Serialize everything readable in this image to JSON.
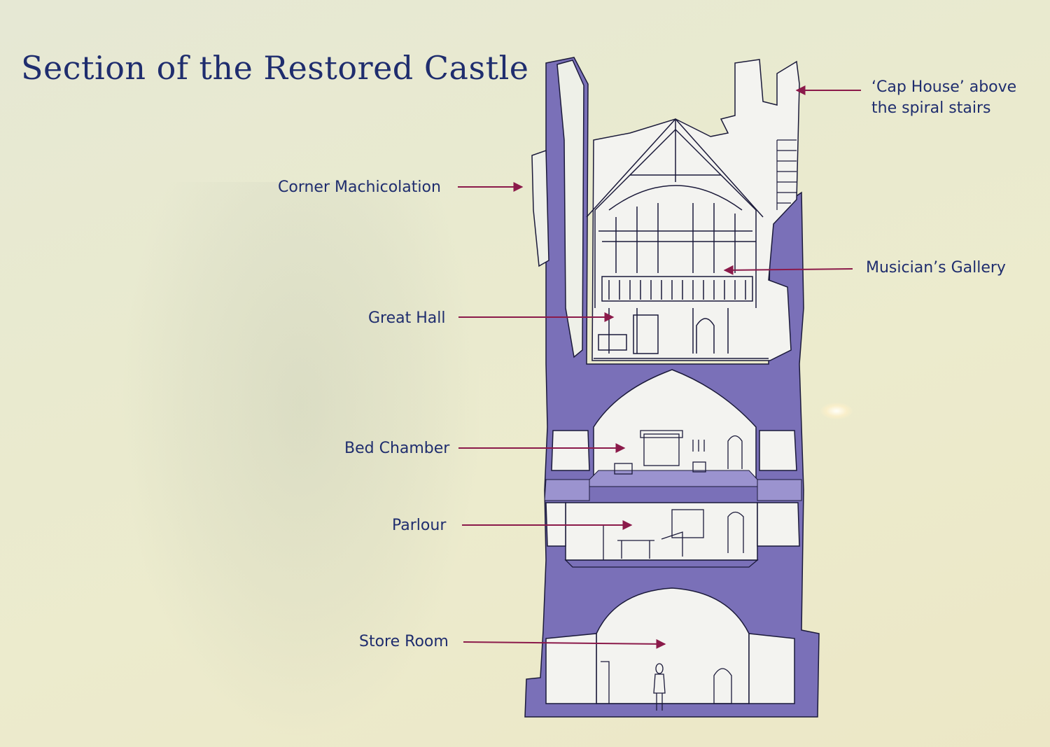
{
  "title": "Section of the Restored Castle",
  "labels": {
    "cap_house_line1": "‘Cap House’ above",
    "cap_house_line2": "the spiral stairs",
    "corner_machicolation": "Corner Machicolation",
    "musicians_gallery": "Musician’s Gallery",
    "great_hall": "Great Hall",
    "bed_chamber": "Bed Chamber",
    "parlour": "Parlour",
    "store_room": "Store Room"
  },
  "colors": {
    "title_text": "#1f2d6e",
    "wall_fill": "#7a70b8",
    "arrow": "#8b1a4a",
    "outline": "#1b1a3a"
  }
}
